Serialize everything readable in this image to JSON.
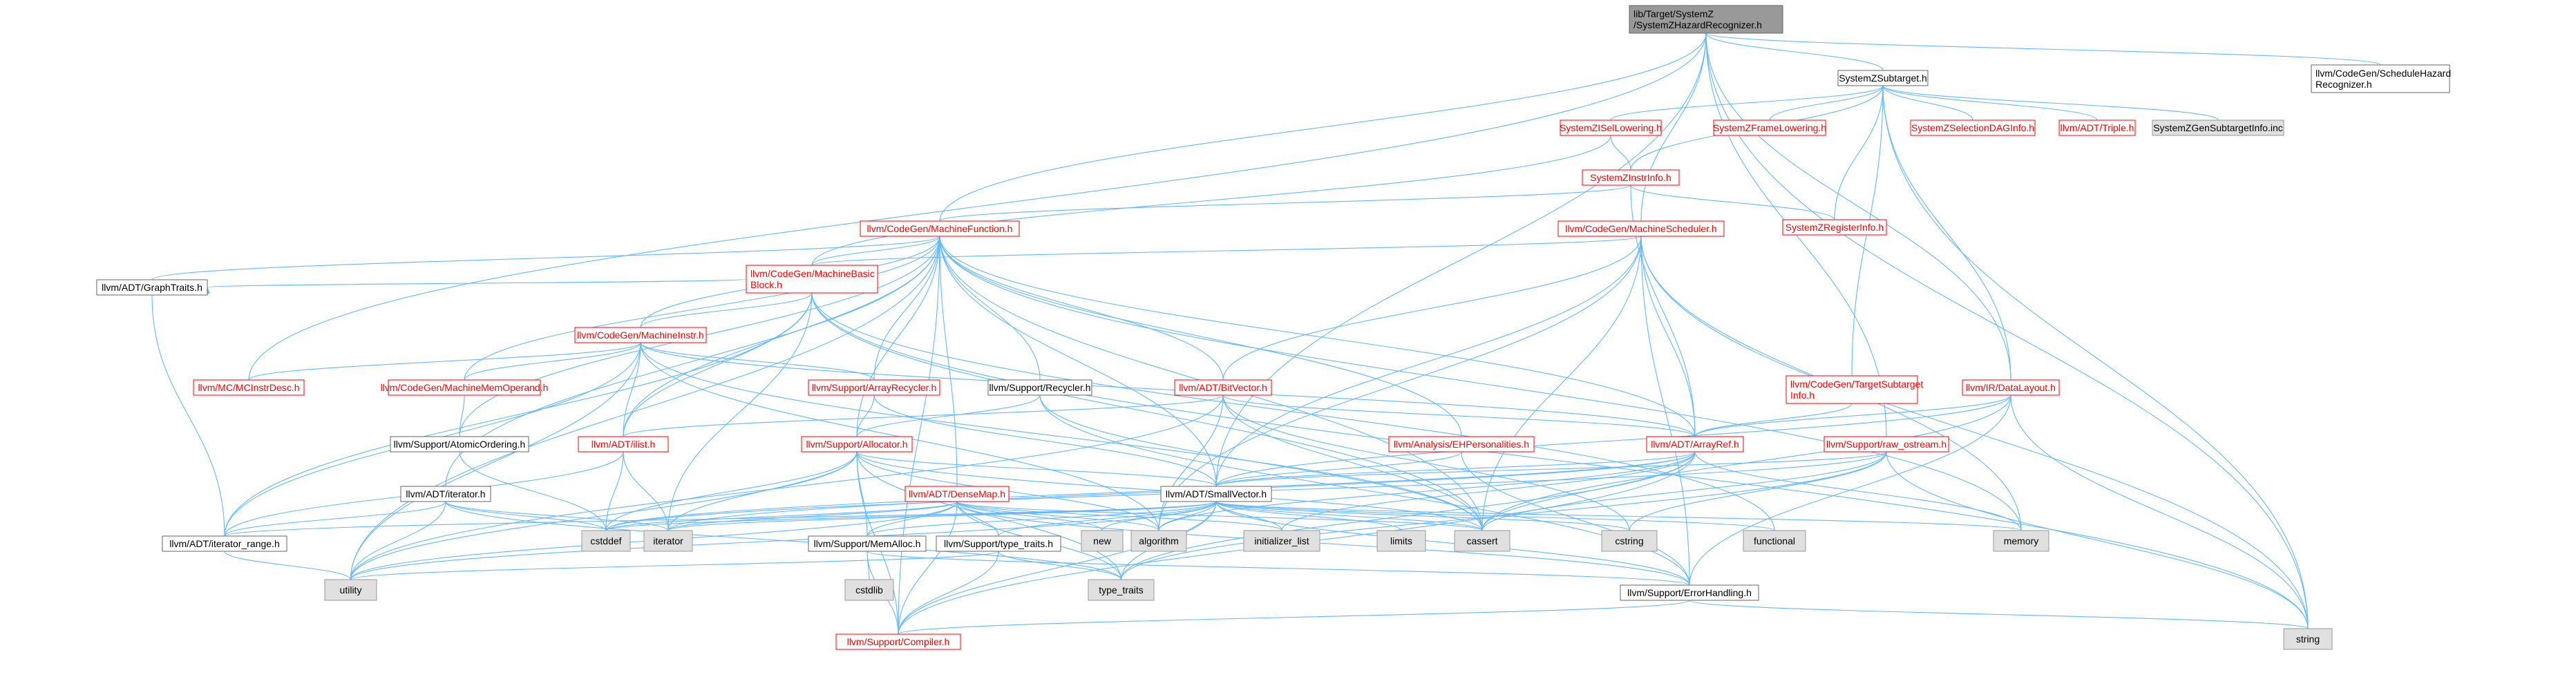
{
  "colors": {
    "edge": "#63b8ff",
    "root_fill": "#999999",
    "doc_fill": "#ffffff",
    "ext_fill": "#e0e0e0",
    "border_normal": "#666666",
    "border_truncated": "#ff0000",
    "border_ext": "#999999",
    "text_normal": "#000000",
    "text_truncated": "#ff0000"
  },
  "nodes": {
    "root": {
      "lines": [
        "lib/Target/SystemZ",
        "/SystemZHazardRecognizer.h"
      ]
    },
    "systemzsubtarget": {
      "lines": [
        "SystemZSubtarget.h"
      ]
    },
    "schedulehazard": {
      "lines": [
        "llvm/CodeGen/ScheduleHazard",
        "Recognizer.h"
      ]
    },
    "systemzisellowering": {
      "lines": [
        "SystemZISelLowering.h"
      ]
    },
    "systemzframelowering": {
      "lines": [
        "SystemZFrameLowering.h"
      ]
    },
    "systemzselectiondag": {
      "lines": [
        "SystemZSelectionDAGInfo.h"
      ]
    },
    "triple": {
      "lines": [
        "llvm/ADT/Triple.h"
      ]
    },
    "gensubtarget": {
      "lines": [
        "SystemZGenSubtargetInfo.inc"
      ]
    },
    "systemzinstrinfo": {
      "lines": [
        "SystemZInstrInfo.h"
      ]
    },
    "systemzregisterinfo": {
      "lines": [
        "SystemZRegisterInfo.h"
      ]
    },
    "machinefunction": {
      "lines": [
        "llvm/CodeGen/MachineFunction.h"
      ]
    },
    "machinescheduler": {
      "lines": [
        "llvm/CodeGen/MachineScheduler.h"
      ]
    },
    "machinebasicblock": {
      "lines": [
        "llvm/CodeGen/MachineBasic",
        "Block.h"
      ]
    },
    "graphtraits": {
      "lines": [
        "llvm/ADT/GraphTraits.h"
      ]
    },
    "machineinstr": {
      "lines": [
        "llvm/CodeGen/MachineInstr.h"
      ]
    },
    "mcinstrdesc": {
      "lines": [
        "llvm/MC/MCInstrDesc.h"
      ]
    },
    "machinememoperand": {
      "lines": [
        "llvm/CodeGen/MachineMemOperand.h"
      ]
    },
    "arrayrecycler": {
      "lines": [
        "llvm/Support/ArrayRecycler.h"
      ]
    },
    "recycler": {
      "lines": [
        "llvm/Support/Recycler.h"
      ]
    },
    "bitvector": {
      "lines": [
        "llvm/ADT/BitVector.h"
      ]
    },
    "targetsubtarget": {
      "lines": [
        "llvm/CodeGen/TargetSubtarget",
        "Info.h"
      ]
    },
    "datalayout": {
      "lines": [
        "llvm/IR/DataLayout.h"
      ]
    },
    "atomicordering": {
      "lines": [
        "llvm/Support/AtomicOrdering.h"
      ]
    },
    "ilist": {
      "lines": [
        "llvm/ADT/ilist.h"
      ]
    },
    "allocator": {
      "lines": [
        "llvm/Support/Allocator.h"
      ]
    },
    "ehpersonalities": {
      "lines": [
        "llvm/Analysis/EHPersonalities.h"
      ]
    },
    "arrayref": {
      "lines": [
        "llvm/ADT/ArrayRef.h"
      ]
    },
    "rawostream": {
      "lines": [
        "llvm/Support/raw_ostream.h"
      ]
    },
    "iterator_h": {
      "lines": [
        "llvm/ADT/iterator.h"
      ]
    },
    "densemap": {
      "lines": [
        "llvm/ADT/DenseMap.h"
      ]
    },
    "smallvector": {
      "lines": [
        "llvm/ADT/SmallVector.h"
      ]
    },
    "iterator_range": {
      "lines": [
        "llvm/ADT/iterator_range.h"
      ]
    },
    "cstddef": {
      "lines": [
        "cstddef"
      ]
    },
    "iterator_std": {
      "lines": [
        "iterator"
      ]
    },
    "memalloc": {
      "lines": [
        "llvm/Support/MemAlloc.h"
      ]
    },
    "typetraits_h": {
      "lines": [
        "llvm/Support/type_traits.h"
      ]
    },
    "new": {
      "lines": [
        "new"
      ]
    },
    "algorithm": {
      "lines": [
        "algorithm"
      ]
    },
    "initializer_list": {
      "lines": [
        "initializer_list"
      ]
    },
    "limits": {
      "lines": [
        "limits"
      ]
    },
    "cassert": {
      "lines": [
        "cassert"
      ]
    },
    "cstring": {
      "lines": [
        "cstring"
      ]
    },
    "functional": {
      "lines": [
        "functional"
      ]
    },
    "memory": {
      "lines": [
        "memory"
      ]
    },
    "utility": {
      "lines": [
        "utility"
      ]
    },
    "cstdlib": {
      "lines": [
        "cstdlib"
      ]
    },
    "type_traits": {
      "lines": [
        "type_traits"
      ]
    },
    "errorhandling": {
      "lines": [
        "llvm/Support/ErrorHandling.h"
      ]
    },
    "string": {
      "lines": [
        "string"
      ]
    },
    "compiler": {
      "lines": [
        "llvm/Support/Compiler.h"
      ]
    }
  }
}
